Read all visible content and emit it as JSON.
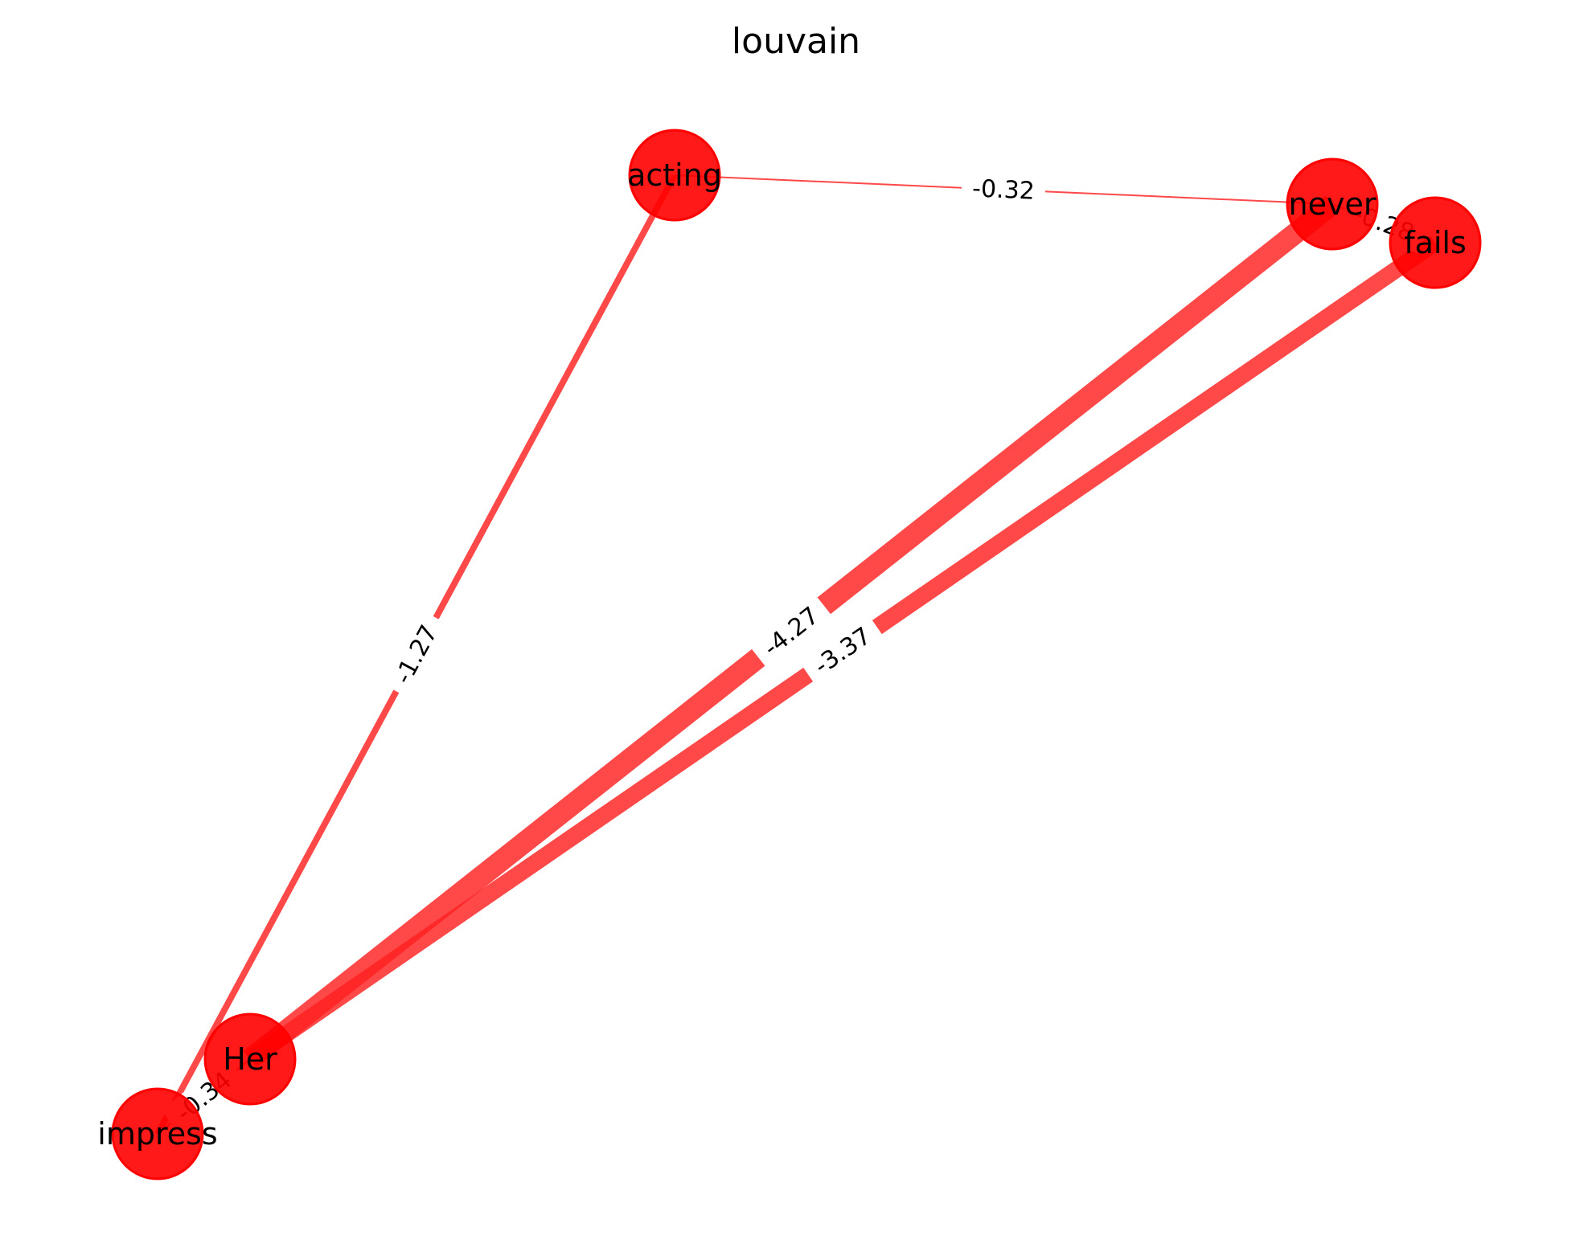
{
  "title": "louvain",
  "colors": {
    "node": "#ff0000",
    "edge": "#ff2020",
    "label_bg": "#ffffff"
  },
  "nodes": [
    {
      "id": "acting",
      "label": "acting"
    },
    {
      "id": "never",
      "label": "never"
    },
    {
      "id": "fails",
      "label": "fails"
    },
    {
      "id": "Her",
      "label": "Her"
    },
    {
      "id": "impress",
      "label": "impress"
    }
  ],
  "edges": [
    {
      "source": "acting",
      "target": "never",
      "label": "-0.32",
      "weight": 0.32
    },
    {
      "source": "acting",
      "target": "impress",
      "label": "-1.27",
      "weight": 1.27
    },
    {
      "source": "never",
      "target": "Her",
      "label": "-4.27",
      "weight": 4.27
    },
    {
      "source": "fails",
      "target": "Her",
      "label": "-3.37",
      "weight": 3.37
    },
    {
      "source": "never",
      "target": "fails",
      "label": "-0.28",
      "weight": 0.28
    },
    {
      "source": "Her",
      "target": "impress",
      "label": "-0.34",
      "weight": 0.34
    }
  ]
}
